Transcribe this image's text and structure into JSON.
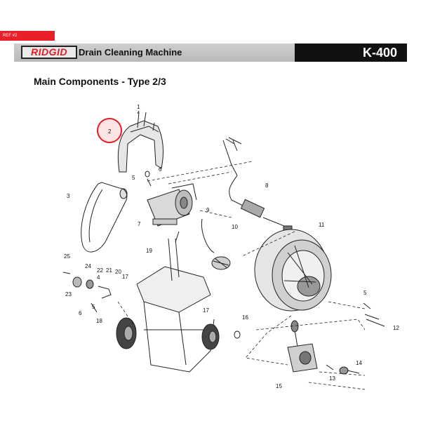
{
  "ref_tag": "REF #2",
  "header": {
    "brand": "RIDGID",
    "product": "Drain Cleaning Machine",
    "model": "K-400"
  },
  "section_title": "Main Components - Type 2/3",
  "highlight": {
    "label": "2",
    "color": "#e31c23"
  },
  "callouts": [
    "1",
    "2",
    "3",
    "5",
    "6",
    "7",
    "9",
    "10",
    "8",
    "11",
    "19",
    "25",
    "24",
    "22",
    "21",
    "20",
    "4",
    "17",
    "23",
    "6",
    "5",
    "18",
    "17",
    "16",
    "5",
    "12",
    "15",
    "13",
    "14"
  ]
}
